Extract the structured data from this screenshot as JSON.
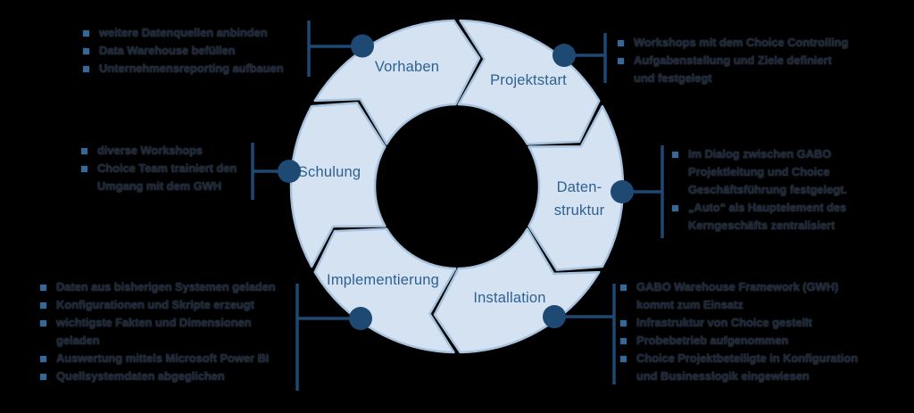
{
  "colors": {
    "background": "#000000",
    "segment_fill": "#d4e2f1",
    "segment_stroke": "#a7c3de",
    "segment_label": "#2e6191",
    "connector": "#1d4973",
    "bullet_square": "#35679a",
    "note_text": "#1c2533"
  },
  "cycle": {
    "segments": [
      {
        "key": "vorhaben",
        "label": "Vorhaben"
      },
      {
        "key": "projektstart",
        "label": "Projektstart"
      },
      {
        "key": "datenstruktur",
        "label": "Daten-\nstruktur"
      },
      {
        "key": "installation",
        "label": "Installation"
      },
      {
        "key": "implementierung",
        "label": "Implementierung"
      },
      {
        "key": "schulung",
        "label": "Schulung"
      }
    ]
  },
  "notes": [
    {
      "key": "vorhaben",
      "items": [
        "weitere Datenquellen anbinden",
        "Data Warehouse befüllen",
        "Unternehmensreporting aufbauen"
      ]
    },
    {
      "key": "projektstart",
      "items": [
        "Workshops mit dem Choice Controlling",
        "Aufgabenstellung und Ziele definiert\nund festgelegt"
      ]
    },
    {
      "key": "schulung",
      "items": [
        "diverse Workshops",
        "Choice Team trainiert den\nUmgang mit dem GWH"
      ]
    },
    {
      "key": "datenstruktur",
      "items": [
        "Im Dialog zwischen GABO\nProjektleitung und Choice\nGeschäftsführung festgelegt.",
        "„Auto“ als Hauptelement des\nKerngeschäfts zentralisiert"
      ]
    },
    {
      "key": "implementierung",
      "items": [
        "Daten aus bisherigen Systemen geladen",
        "Konfigurationen und Skripte erzeugt",
        "wichtigste Fakten und Dimensionen\ngeladen",
        "Auswertung mittels Microsoft Power BI",
        "Quellsystemdaten abgeglichen"
      ]
    },
    {
      "key": "installation",
      "items": [
        "GABO Warehouse Framework (GWH)\nkommt zum Einsatz",
        "Infrastruktur von Choice gestellt",
        "Probebetrieb aufgenommen",
        "Choice Projektbeteiligte in Konfiguration\nund Businesslogik eingewiesen"
      ]
    }
  ]
}
